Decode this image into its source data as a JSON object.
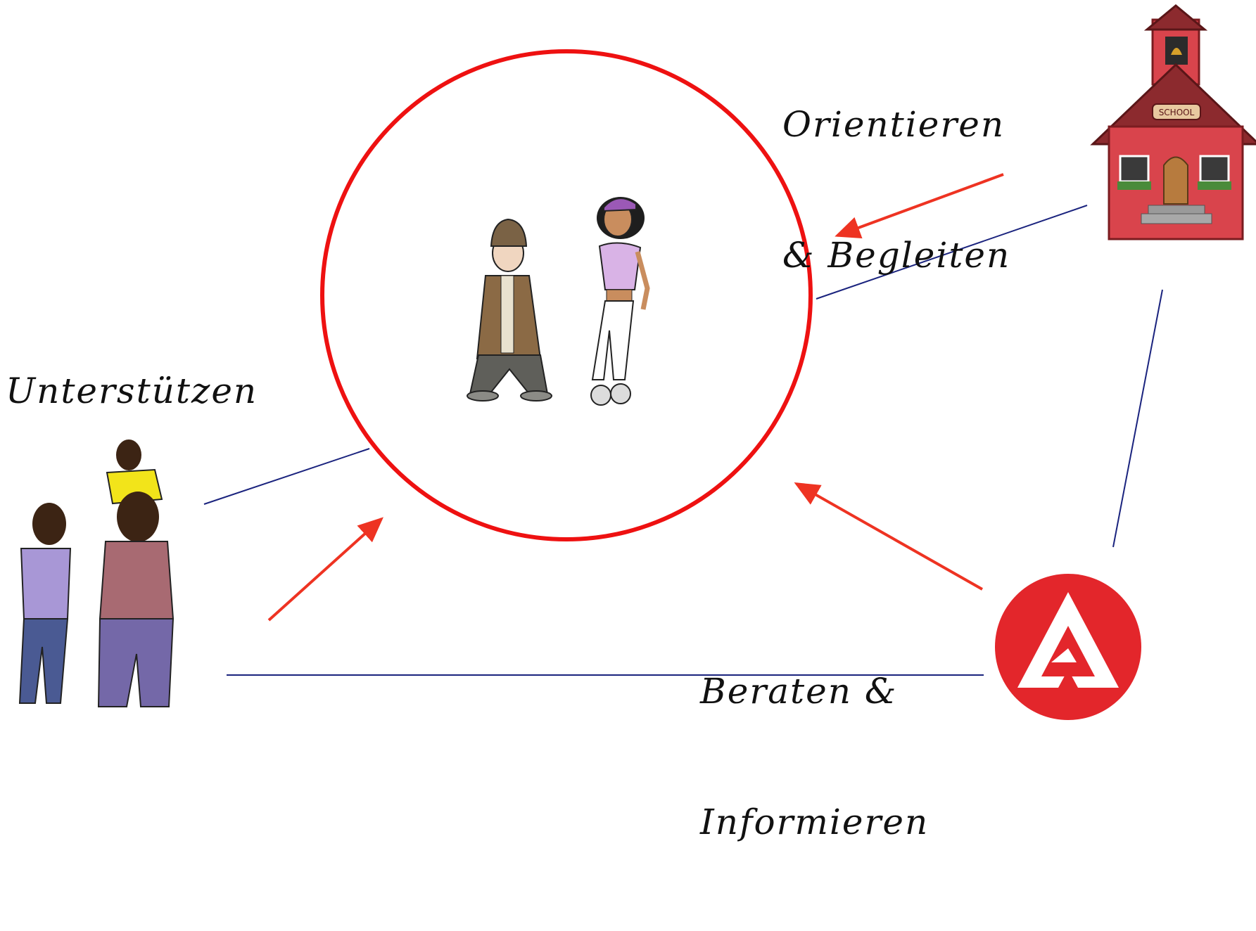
{
  "diagram": {
    "labels": {
      "orient_line1": "Orientieren",
      "orient_line2": "& Begleiten",
      "support": "Unterstützen",
      "advise_line1": "Beraten &",
      "advise_line2": "Informieren"
    },
    "nodes": {
      "center": "teenagers-illustration",
      "school": "school-house-illustration",
      "school_sign": "SCHOOL",
      "family": "family-illustration",
      "agency": "employment-agency-logo"
    },
    "colors": {
      "circle": "#ee1111",
      "arrow": "#ee3322",
      "connector": "#1a237e",
      "agency_red": "#e3262b"
    }
  }
}
